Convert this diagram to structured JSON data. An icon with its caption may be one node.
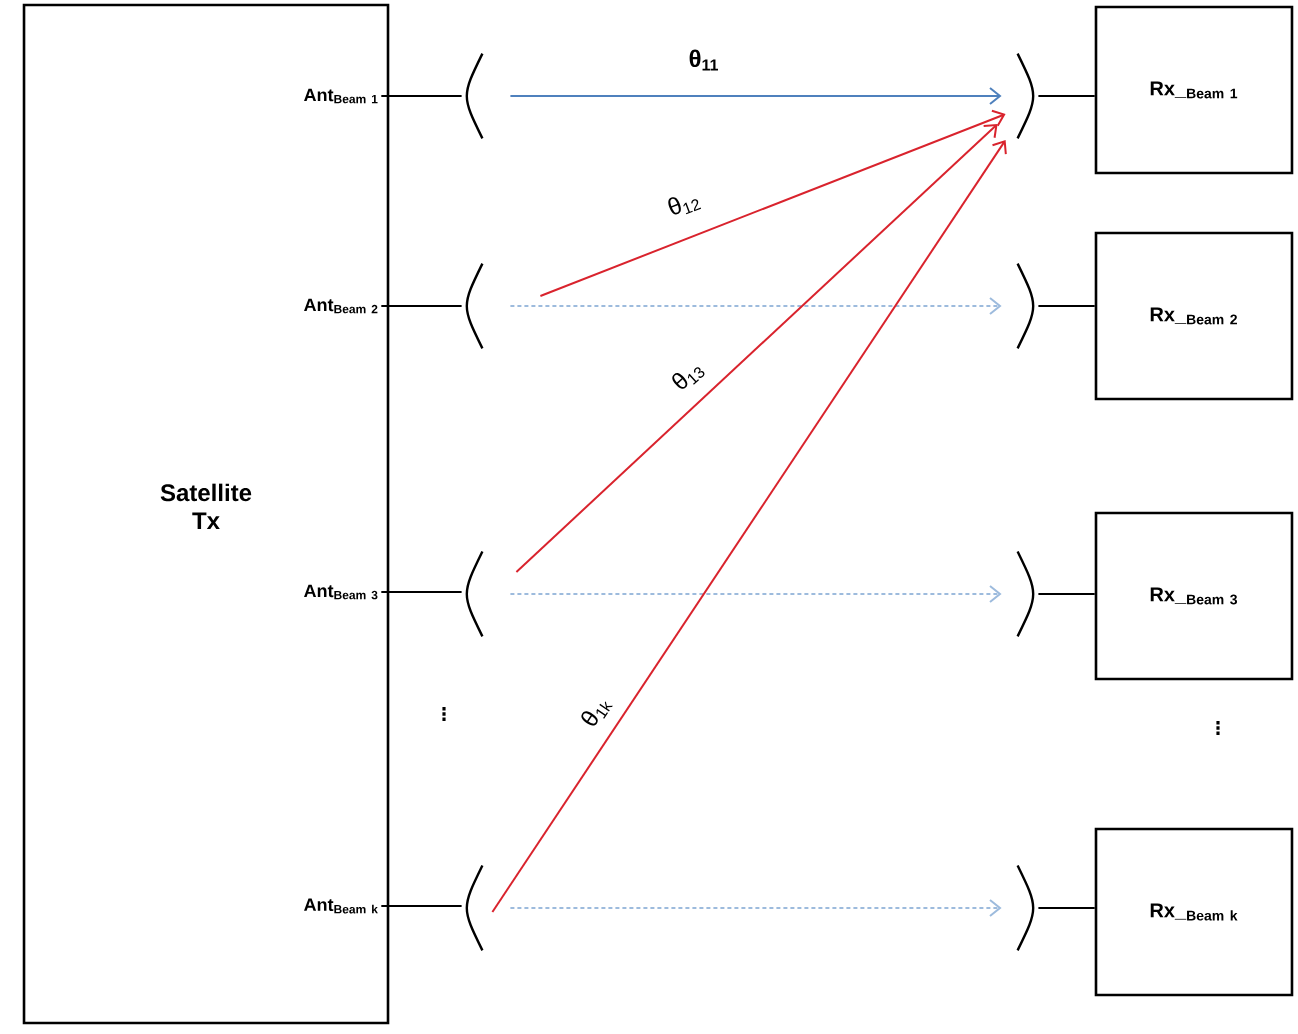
{
  "diagram": {
    "nodes": [
      {
        "text": [
          "Satellite Tx"
        ]
      },
      {
        "text": [
          "\\mathbf{Ant}_{\\mathbf{Beam\\ 1}}"
        ],
        "in": 0
      },
      {
        "text": [
          "\\mathbf{Ant}_{\\mathbf{Beam\\ 2}}"
        ],
        "in": 0
      },
      {
        "text": [
          "\\mathbf{Ant}_{\\mathbf{Beam\\ 3}}"
        ],
        "in": 0
      },
      {
        "text": [
          "\\mathbf{Ant}_{\\mathbf{Beam\\ k}}"
        ],
        "in": 0
      },
      {
        "text": [],
        "shape": "picture"
      },
      {
        "text": [],
        "shape": "picture"
      },
      {
        "text": [],
        "shape": "picture"
      },
      {
        "text": [],
        "shape": "picture"
      },
      {
        "text": [],
        "shape": "picture"
      },
      {
        "text": [],
        "shape": "picture"
      },
      {
        "text": [],
        "shape": "picture"
      },
      {
        "text": [],
        "shape": "picture"
      },
      {
        "text": [
          "\\mathbf{Rx}\\_{}_{\\mathbf{Beam\\ 1}}"
        ]
      },
      {
        "text": [
          "\\mathbf{Rx}\\_{}_{\\mathbf{Beam\\ 2}}"
        ]
      },
      {
        "text": [
          "\\mathbf{Rx}\\_{}_{\\mathbf{Beam\\ 3}}"
        ]
      },
      {
        "text": [
          "\\mathbf{Rx}\\_{}_{\\mathbf{Beam\\ k}}"
        ]
      }
    ],
    "edges": [
      {
        "from": 1,
        "to": 5,
        "arrow": "none"
      },
      {
        "from": 2,
        "to": 6,
        "arrow": "none"
      },
      {
        "from": 3,
        "to": 7,
        "arrow": "none"
      },
      {
        "from": 4,
        "to": 8,
        "arrow": "none"
      },
      {
        "from": 5,
        "to": 9,
        "arrow": "to",
        "label": "θ$_{11}$",
        "color": "#4f81bd"
      },
      {
        "from": 6,
        "to": 10,
        "arrow": "to",
        "style": "dashed",
        "color": "#9dbbdd"
      },
      {
        "from": 7,
        "to": 11,
        "arrow": "to",
        "style": "dashed",
        "color": "#9dbbdd"
      },
      {
        "from": 8,
        "to": 12,
        "arrow": "to",
        "style": "dashed",
        "color": "#9dbbdd"
      },
      {
        "from": 6,
        "to": 9,
        "arrow": "to",
        "label": "θ$_{12}$",
        "color": "#d9232d"
      },
      {
        "from": 7,
        "to": 9,
        "arrow": "to",
        "label": "θ$_{13}$",
        "color": "#d9232d"
      },
      {
        "from": 8,
        "to": 9,
        "arrow": "to",
        "label": "θ$_{1k}$",
        "color": "#d9232d"
      },
      {
        "from": 9,
        "to": 13,
        "arrow": "none"
      },
      {
        "from": 10,
        "to": 14,
        "arrow": "none"
      },
      {
        "from": 11,
        "to": 15,
        "arrow": "none"
      },
      {
        "from": 12,
        "to": 16,
        "arrow": "none"
      }
    ],
    "labels": [
      "⋮",
      "⋮"
    ]
  }
}
